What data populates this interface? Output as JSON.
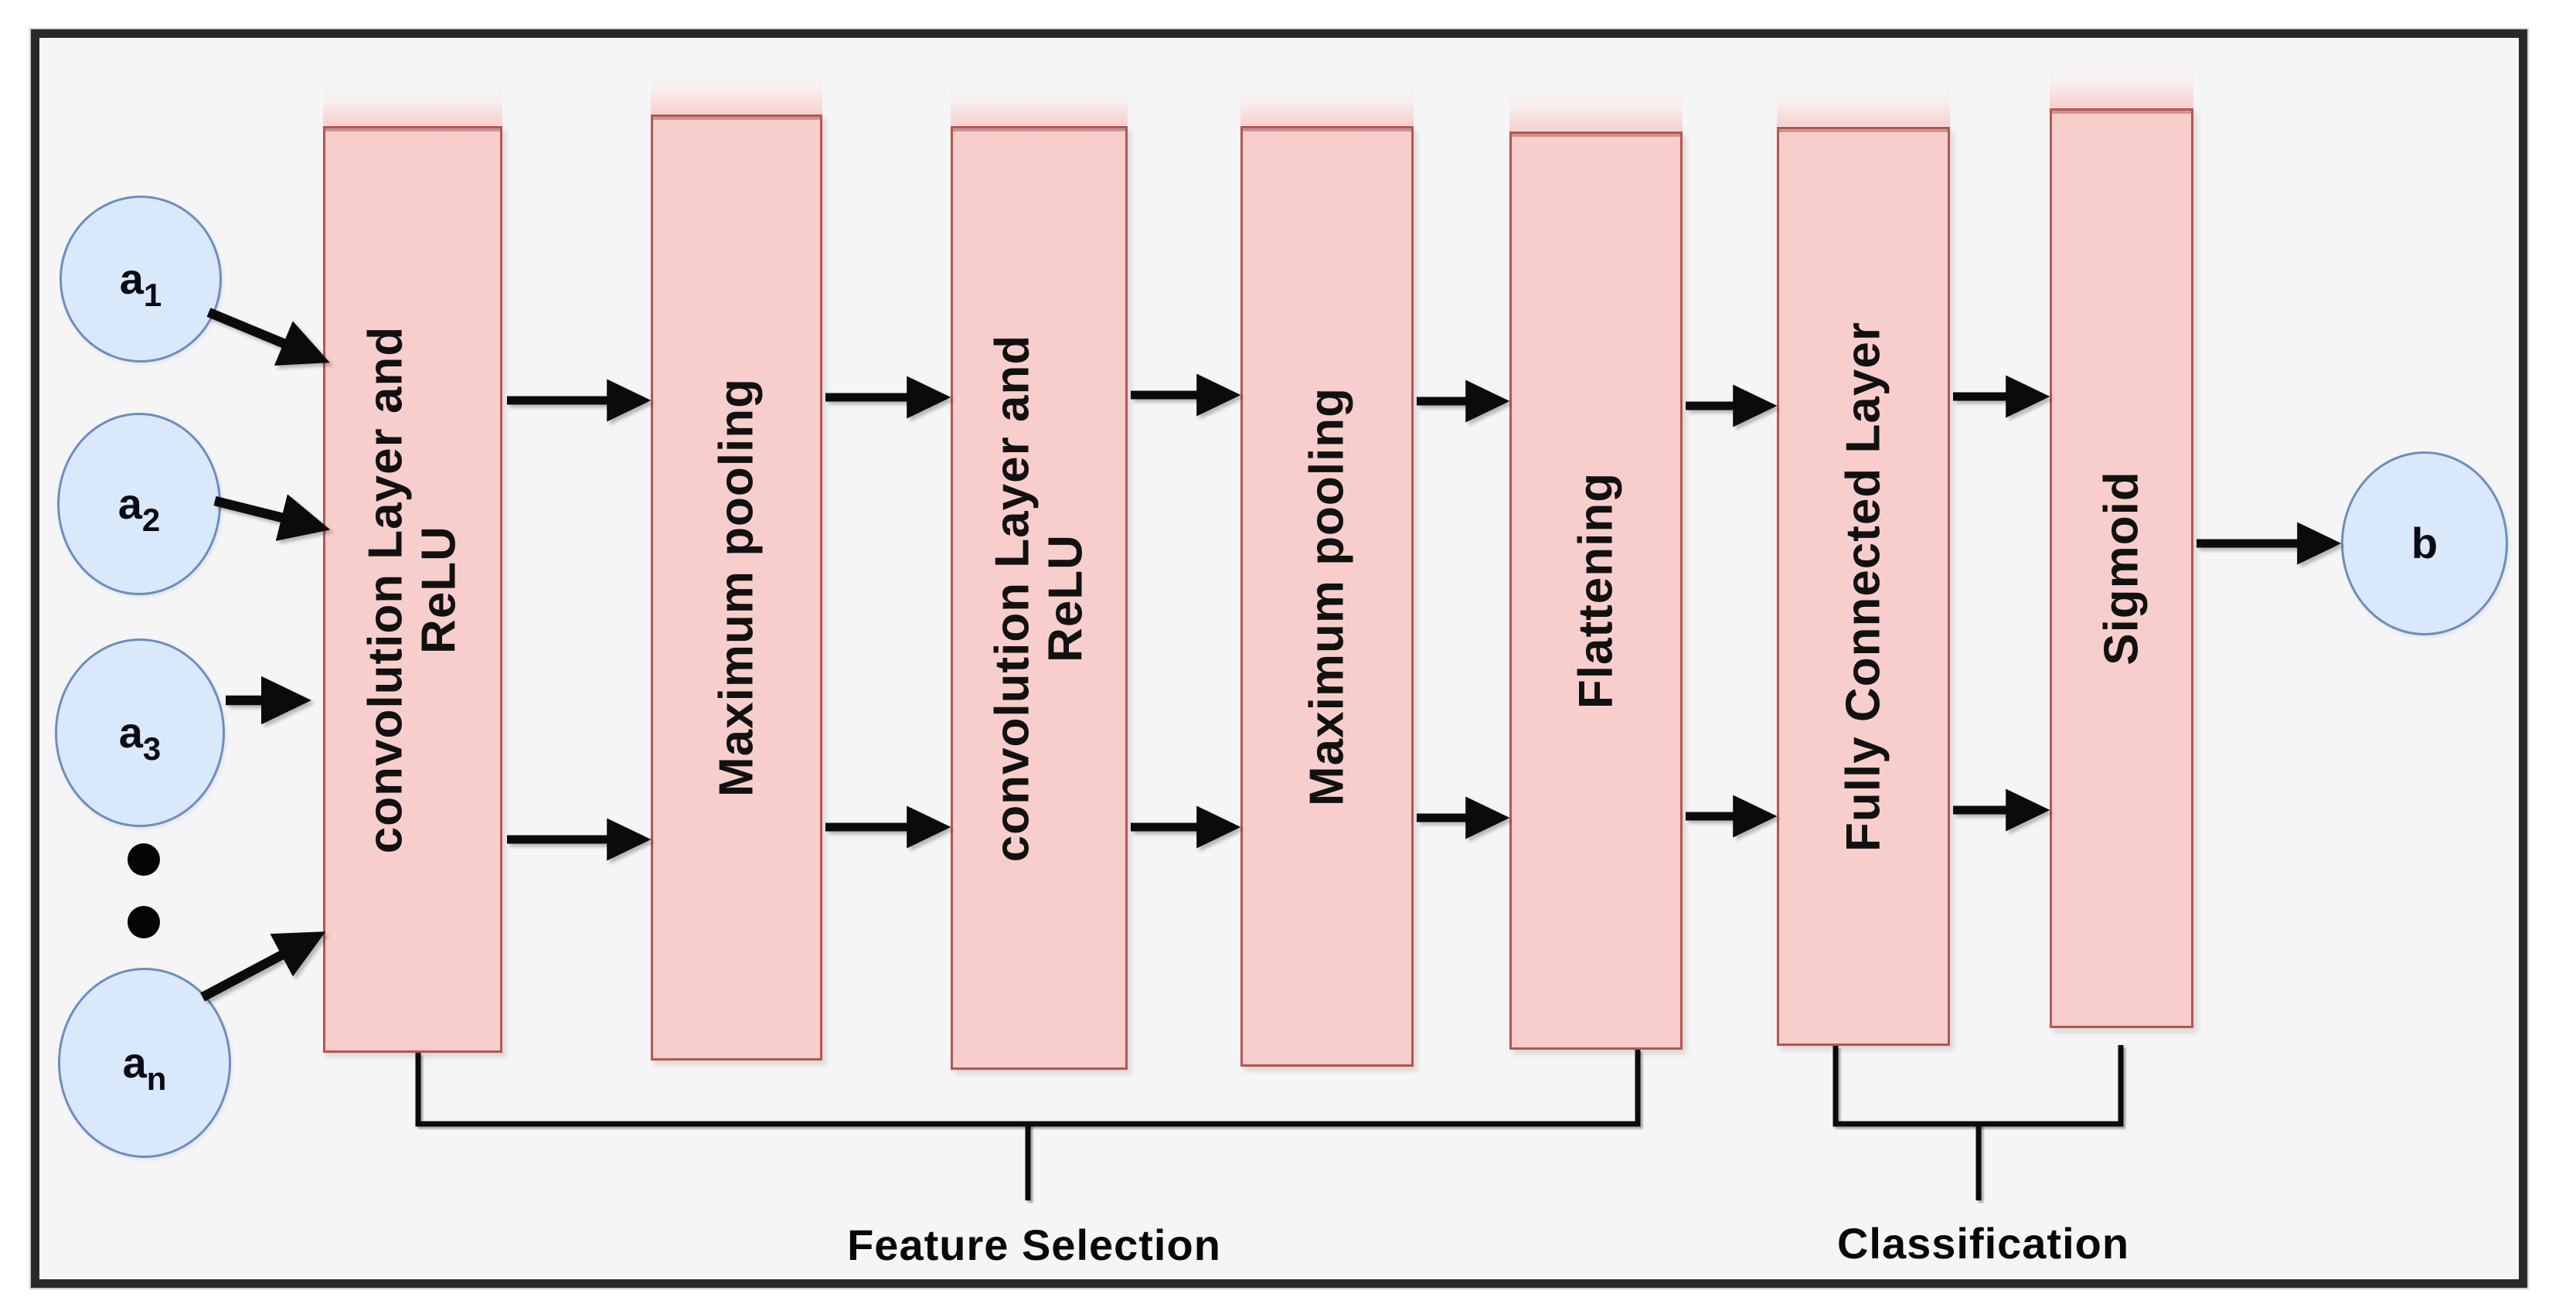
{
  "figure": {
    "title": "CNN architecture diagram",
    "inputs": [
      {
        "base": "a",
        "sub": "1"
      },
      {
        "base": "a",
        "sub": "2"
      },
      {
        "base": "a",
        "sub": "3"
      },
      {
        "base": "a",
        "sub": "n"
      }
    ],
    "input_ellipsis_dots": 2,
    "layers": [
      {
        "label": "convolution Layer and\nReLU"
      },
      {
        "label": "Maximum pooling"
      },
      {
        "label": "convolution Layer and\nReLU"
      },
      {
        "label": "Maximum pooling"
      },
      {
        "label": "Flattening"
      },
      {
        "label": "Fully Connected Layer"
      },
      {
        "label": "Sigmoid"
      }
    ],
    "output": {
      "base": "b",
      "sub": ""
    },
    "stages": [
      {
        "label": "Feature Selection",
        "layer_indices": [
          0,
          1,
          2,
          3,
          4
        ]
      },
      {
        "label": "Classification",
        "layer_indices": [
          5,
          6
        ]
      }
    ],
    "colors": {
      "layer_fill": "#f8cecc",
      "layer_stroke": "#b85450",
      "node_fill": "#dae8fc",
      "node_stroke": "#6c8ebf",
      "canvas_bg": "#f5f5f6",
      "frame_border": "#292929",
      "line": "#0b0b0b"
    }
  }
}
